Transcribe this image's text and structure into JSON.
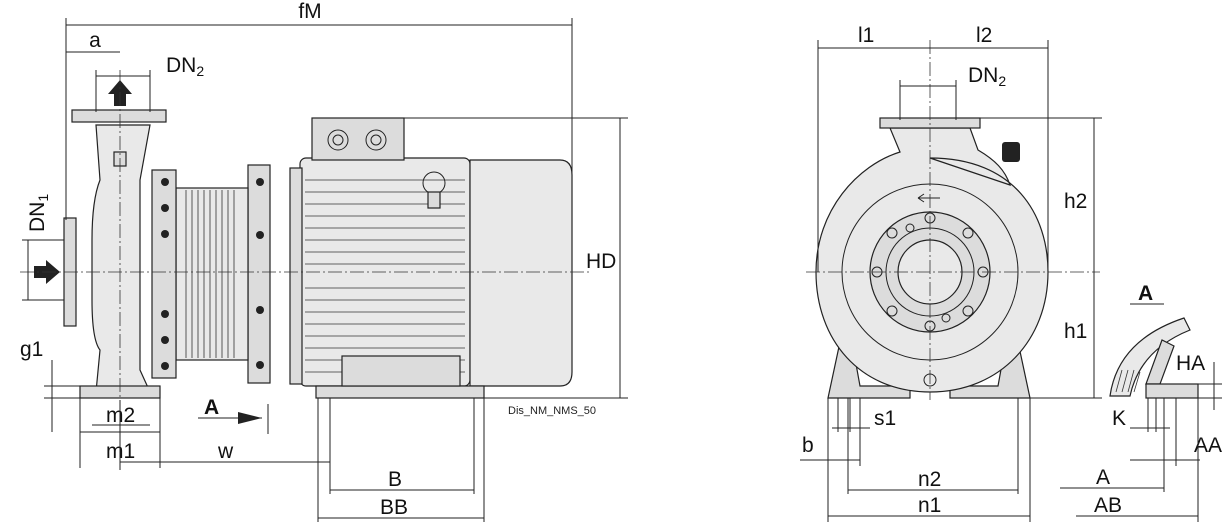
{
  "drawing_id": "Dis_NM_NMS_50",
  "labels": {
    "fM": "fM",
    "a": "a",
    "DN2_side": "DN",
    "DN2_side_sub": "2",
    "DN1": "DN",
    "DN1_sub": "1",
    "HD": "HD",
    "g1": "g1",
    "m2": "m2",
    "m1": "m1",
    "w": "w",
    "B": "B",
    "BB": "BB",
    "view_A": "A",
    "l1": "l1",
    "l2": "l2",
    "DN2_front": "DN",
    "DN2_front_sub": "2",
    "h2": "h2",
    "h1": "h1",
    "s1": "s1",
    "b": "b",
    "n2": "n2",
    "n1": "n1",
    "detail_A": "A",
    "HA": "HA",
    "K": "K",
    "AA": "AA",
    "A": "A",
    "AB": "AB"
  }
}
